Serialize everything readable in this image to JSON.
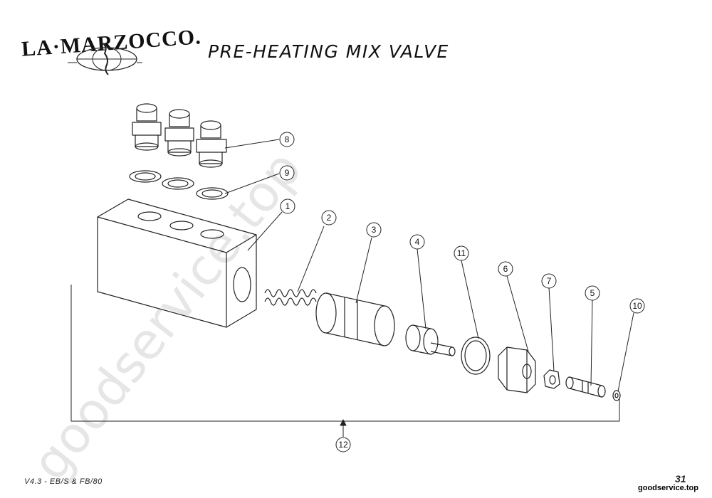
{
  "brand": {
    "logo_text": "LA·MARZOCCO."
  },
  "title": "PRE-HEATING MIX VALVE",
  "watermark": {
    "diagonal": "goodservice.top",
    "corner": "goodservice.top"
  },
  "footer": {
    "model": "V4.3 - EB/S & FB/80",
    "page_number": "31"
  },
  "callouts": [
    "1",
    "2",
    "3",
    "4",
    "5",
    "6",
    "7",
    "8",
    "9",
    "10",
    "11",
    "12"
  ],
  "colors": {
    "line": "#222222",
    "watermark": "#e6e6e6"
  }
}
